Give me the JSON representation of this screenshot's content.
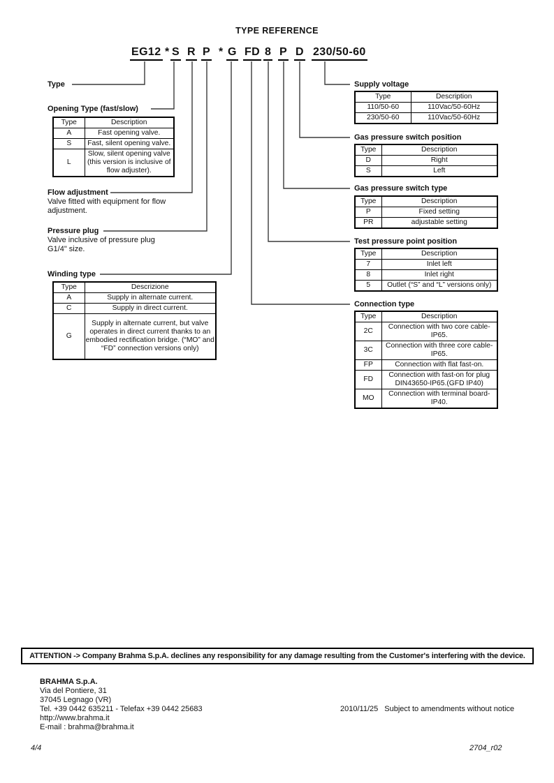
{
  "title": "TYPE REFERENCE",
  "code_segments": [
    {
      "text": "EG12"
    },
    {
      "text": "*"
    },
    {
      "text": "S"
    },
    {
      "text": "R"
    },
    {
      "text": "P"
    },
    {
      "text": "*"
    },
    {
      "text": "G"
    },
    {
      "text": "FD"
    },
    {
      "text": "8"
    },
    {
      "text": "P"
    },
    {
      "text": "D"
    },
    {
      "text": "230/50-60"
    }
  ],
  "sections": {
    "type": {
      "label": "Type"
    },
    "opening": {
      "label": "Opening Type (fast/slow)",
      "headers": [
        "Type",
        "Description"
      ],
      "rows": [
        [
          "A",
          "Fast opening valve."
        ],
        [
          "S",
          "Fast, silent opening valve."
        ],
        [
          "L",
          "Slow, silent opening valve (this version is inclusive of flow adjuster)."
        ]
      ]
    },
    "flow": {
      "label": "Flow adjustment",
      "desc": "Valve fitted with equipment for flow adjustment."
    },
    "pressure_plug": {
      "label": "Pressure plug",
      "desc": "Valve inclusive of pressure plug G1/4\" size."
    },
    "winding": {
      "label": "Winding type",
      "headers": [
        "Type",
        "Descrizione"
      ],
      "rows": [
        [
          "A",
          "Supply in alternate current."
        ],
        [
          "C",
          "Supply in direct current."
        ],
        [
          "G",
          "Supply in alternate current, but valve operates in direct current thanks to an embodied rectification bridge. (“MO” and “FD” connection versions only)"
        ]
      ]
    },
    "supply": {
      "label": "Supply voltage",
      "headers": [
        "Type",
        "Description"
      ],
      "rows": [
        [
          "110/50-60",
          "110Vac/50-60Hz"
        ],
        [
          "230/50-60",
          "110Vac/50-60Hz"
        ]
      ]
    },
    "switch_pos": {
      "label": "Gas pressure switch position",
      "headers": [
        "Type",
        "Description"
      ],
      "rows": [
        [
          "D",
          "Right"
        ],
        [
          "S",
          "Left"
        ]
      ]
    },
    "switch_type": {
      "label": "Gas pressure switch type",
      "headers": [
        "Type",
        "Description"
      ],
      "rows": [
        [
          "P",
          "Fixed setting"
        ],
        [
          "PR",
          "adjustable setting"
        ]
      ]
    },
    "test_point": {
      "label": "Test pressure point position",
      "headers": [
        "Type",
        "Description"
      ],
      "rows": [
        [
          "7",
          "Inlet left"
        ],
        [
          "8",
          "Inlet right"
        ],
        [
          "5",
          "Outlet (“S” and “L” versions only)"
        ]
      ]
    },
    "connection": {
      "label": "Connection type",
      "headers": [
        "Type",
        "Description"
      ],
      "rows": [
        [
          "2C",
          "Connection with two core cable-IP65."
        ],
        [
          "3C",
          "Connection with three core cable-IP65."
        ],
        [
          "FP",
          "Connection with flat fast-on."
        ],
        [
          "FD",
          "Connection with fast-on for plug DIN43650-IP65.(GFD IP40)"
        ],
        [
          "MO",
          "Connection with terminal board-IP40."
        ]
      ]
    }
  },
  "attention": "ATTENTION -> Company Brahma S.p.A. declines any responsibility for any damage resulting from the Customer's interfering with the device.",
  "footer": {
    "company": "BRAHMA S.p.A.",
    "address1": "Via del Pontiere, 31",
    "address2": "37045 Legnago (VR)",
    "phone": "Tel. +39 0442 635211 - Telefax +39 0442 25683",
    "website": "http://www.brahma.it",
    "email": "E-mail : brahma@brahma.it",
    "date": "2010/11/25",
    "notice": "Subject to amendments without notice",
    "page": "4/4",
    "doc_ref": "2704_r02"
  }
}
